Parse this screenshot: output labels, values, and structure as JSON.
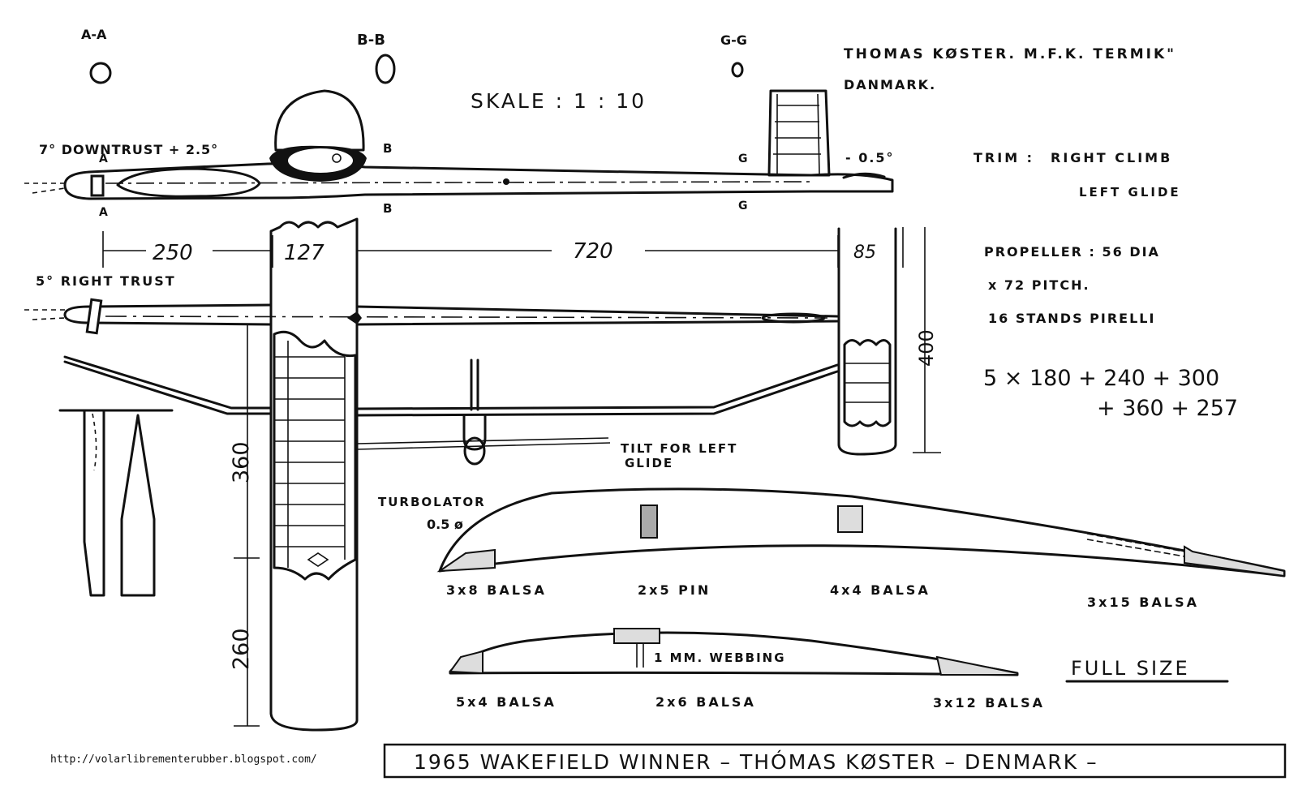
{
  "designer_line": "THOMAS KØSTER. M.F.K. TERMIK\"",
  "country": "DANMARK.",
  "scale": "SKALE : 1 : 10",
  "sections": {
    "aa": "A-A",
    "bb": "B-B",
    "gg": "G-G"
  },
  "section_marks": {
    "a": "A",
    "b": "B",
    "g": "G"
  },
  "downthrust": "7° DOWNTRUST + 2.5°",
  "stab_incidence": "- 0.5°",
  "trim": {
    "label": "TRIM :",
    "climb": "RIGHT CLIMB",
    "glide": "LEFT GLIDE"
  },
  "propeller": {
    "line1": "PROPELLER : 56 DIA",
    "line2": "x 72 PITCH.",
    "line3": "16 STANDS PIRELLI"
  },
  "motor": {
    "line1": "5 × 180 + 240 + 300",
    "line2": "+ 360 + 257"
  },
  "dims": {
    "d250": "250",
    "d127": "127",
    "d720": "720",
    "d85": "85",
    "d400": "400",
    "d360": "360",
    "d260": "260"
  },
  "right_thrust": "5° RIGHT TRUST",
  "tilt_note": {
    "line1": "TILT FOR LEFT",
    "line2": "GLIDE"
  },
  "turbolator": {
    "label": "TURBOLATOR",
    "size": "0.5 ø"
  },
  "wing_rib_parts": [
    "3x8 BALSA",
    "2x5 PIN",
    "4x4 BALSA",
    "3x15 BALSA"
  ],
  "stab_rib_parts": [
    "5x4 BALSA",
    "2x6 BALSA",
    "3x12 BALSA"
  ],
  "webbing": "1 MM. WEBBING",
  "full_size": "FULL SIZE",
  "footer_title": "1965 WAKEFIELD WINNER – THÓMAS KØSTER – DENMARK –",
  "url": "http://volarlibrementerubber.blogspot.com/"
}
